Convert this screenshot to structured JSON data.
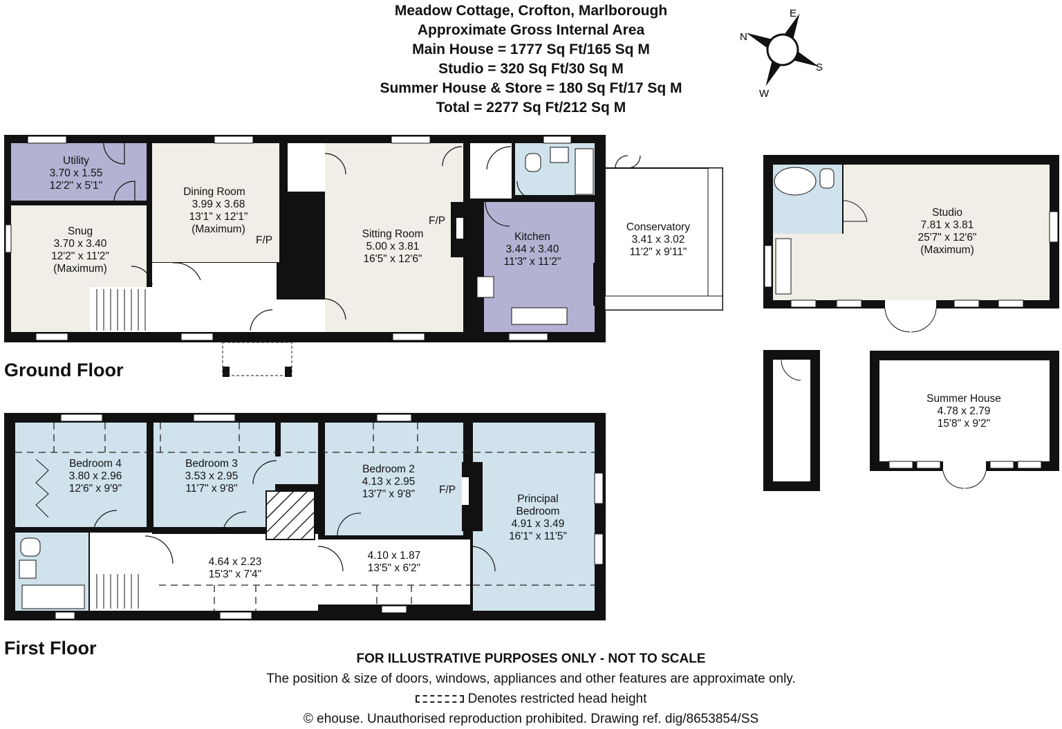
{
  "header": {
    "line1": "Meadow Cottage, Crofton, Marlborough",
    "line2": "Approximate Gross Internal Area",
    "line3": "Main House = 1777 Sq Ft/165 Sq M",
    "line4": "Studio = 320 Sq Ft/30 Sq M",
    "line5": "Summer  House & Store = 180 Sq Ft/17 Sq M",
    "line6": "Total = 2277 Sq Ft/212 Sq M"
  },
  "compass": {
    "n": "N",
    "e": "E",
    "s": "S",
    "w": "W"
  },
  "floors": {
    "ground": "Ground Floor",
    "first": "First Floor"
  },
  "colors": {
    "wall": "#111111",
    "lavender": "#b4b2d2",
    "cream": "#f1eee8",
    "blue": "#d0e3ec",
    "white": "#ffffff"
  },
  "rooms": {
    "utility": {
      "name": "Utility",
      "metric": "3.70 x 1.55",
      "imperial": "12'2\" x 5'1\""
    },
    "snug": {
      "name": "Snug",
      "metric": "3.70 x 3.40",
      "imperial": "12'2\" x 11'2\"",
      "note": "(Maximum)"
    },
    "dining": {
      "name": "Dining Room",
      "metric": "3.99 x 3.68",
      "imperial": "13'1\" x 12'1\"",
      "note": "(Maximum)"
    },
    "sitting": {
      "name": "Sitting Room",
      "metric": "5.00 x 3.81",
      "imperial": "16'5\" x 12'6\""
    },
    "kitchen": {
      "name": "Kitchen",
      "metric": "3.44 x 3.40",
      "imperial": "11'3\" x 11'2\""
    },
    "conservatory": {
      "name": "Conservatory",
      "metric": "3.41 x 3.02",
      "imperial": "11'2\" x 9'11\""
    },
    "studio": {
      "name": "Studio",
      "metric": "7.81 x 3.81",
      "imperial": "25'7\" x 12'6\"",
      "note": "(Maximum)"
    },
    "summer": {
      "name": "Summer  House",
      "metric": "4.78 x 2.79",
      "imperial": "15'8\" x 9'2\""
    },
    "bed4": {
      "name": "Bedroom 4",
      "metric": "3.80 x 2.96",
      "imperial": "12'6\" x 9'9\""
    },
    "bed3": {
      "name": "Bedroom 3",
      "metric": "3.53 x 2.95",
      "imperial": "11'7\" x 9'8\""
    },
    "bed2": {
      "name": "Bedroom 2",
      "metric": "4.13 x 2.95",
      "imperial": "13'7\" x 9'8\""
    },
    "principal": {
      "name1": "Principal",
      "name2": "Bedroom",
      "metric": "4.91 x 3.49",
      "imperial": "16'1\" x 11'5\""
    },
    "landing1": {
      "metric": "4.64 x 2.23",
      "imperial": "15'3\" x 7'4\""
    },
    "landing2": {
      "metric": "4.10 x 1.87",
      "imperial": "13'5\" x 6'2\""
    }
  },
  "fireplace_label": "F/P",
  "footer": {
    "disclaimer": "FOR ILLUSTRATIVE PURPOSES ONLY - NOT TO SCALE",
    "note": "The position & size of doors, windows, appliances and other features are approximate only.",
    "key": "Denotes restricted head height",
    "copyright": "© ehouse. Unauthorised reproduction prohibited. Drawing ref. dig/8653854/SS"
  }
}
